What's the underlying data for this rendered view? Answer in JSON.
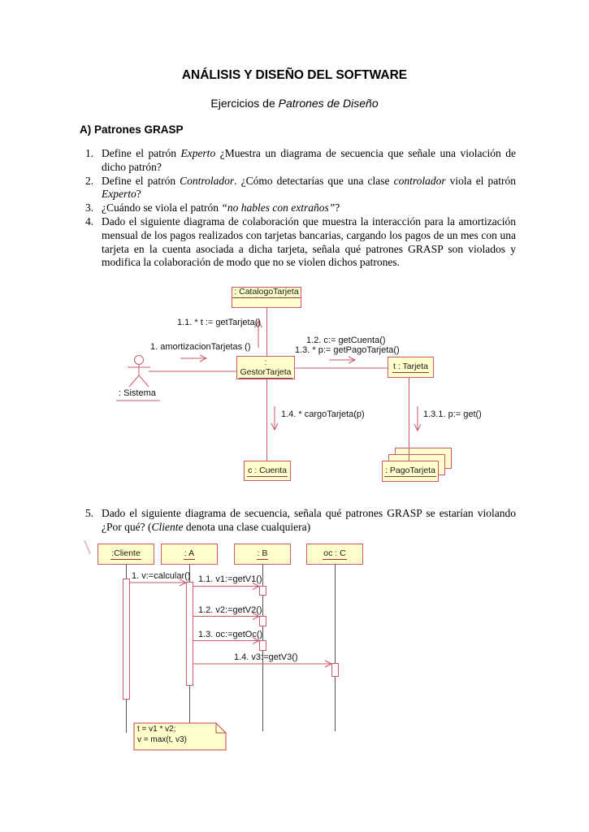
{
  "header": {
    "title": "ANÁLISIS Y DISEÑO DEL SOFTWARE",
    "subtitle_prefix": "Ejercicios de ",
    "subtitle_italic": "Patrones de Diseño",
    "section_heading": "A) Patrones GRASP"
  },
  "exercises": [
    {
      "number": "1.",
      "segments": [
        {
          "t": "Define el patrón "
        },
        {
          "t": "Experto",
          "i": true
        },
        {
          "t": " ¿Muestra un diagrama de secuencia que señale una violación de dicho patrón?"
        }
      ]
    },
    {
      "number": "2.",
      "segments": [
        {
          "t": "Define el patrón "
        },
        {
          "t": "Controlador",
          "i": true
        },
        {
          "t": ". ¿Cómo detectarías que una clase "
        },
        {
          "t": "controlador",
          "i": true
        },
        {
          "t": " viola el patrón "
        },
        {
          "t": "Experto",
          "i": true
        },
        {
          "t": "?"
        }
      ]
    },
    {
      "number": "3.",
      "segments": [
        {
          "t": "¿Cuándo se viola el patrón "
        },
        {
          "t": "“no hables con extraños”",
          "i": true
        },
        {
          "t": "?"
        }
      ]
    },
    {
      "number": "4.",
      "segments": [
        {
          "t": "Dado el siguiente diagrama de colaboración que muestra la interacción para la amortización mensual de los pagos realizados con tarjetas bancarias, cargando los pagos de un mes con una tarjeta en la cuenta asociada a dicha tarjeta, señala qué patrones GRASP son violados y modifica la colaboración de modo que no se violen dichos patrones."
        }
      ]
    },
    {
      "number": "5.",
      "segments": [
        {
          "t": "Dado el siguiente diagrama de secuencia, señala qué patrones GRASP se estarían violando ¿Por qué? ("
        },
        {
          "t": "Cliente",
          "i": true
        },
        {
          "t": " denota una clase cualquiera)"
        }
      ]
    }
  ],
  "collab_diagram": {
    "actor_label": ": Sistema",
    "boxes": {
      "catalogo": ": CatalogoTarjeta",
      "gestor_line1": ":",
      "gestor_line2": "GestorTarjeta",
      "tarjeta": "t : Tarjeta",
      "cuenta": "c : Cuenta",
      "pago": ": PagoTarjeta"
    },
    "messages": {
      "m1": "1. amortizacionTarjetas ()",
      "m11": "1.1. * t := getTarjeta()",
      "m12": "1.2. c:= getCuenta()",
      "m13": "1.3. * p:=  getPagoTarjeta()",
      "m14": "1.4. * cargoTarjeta(p)",
      "m131": "1.3.1. p:= get()"
    }
  },
  "seq_diagram": {
    "lifelines": [
      {
        "label": ":Cliente"
      },
      {
        "label": ": A"
      },
      {
        "label": ": B"
      },
      {
        "label": "oc : C"
      }
    ],
    "messages": {
      "m1": "1. v:=calcular()",
      "m11": "1.1. v1:=getV1()",
      "m12": "1.2. v2:=getV2()",
      "m13": "1.3. oc:=getOc()",
      "m14": "1.4. v3:=getV3()"
    },
    "note_line1": "t = v1 * v2;",
    "note_line2": "v = max(t, v3)"
  },
  "colors": {
    "box_fill": "#ffffcc",
    "box_border": "#c75b6d",
    "message_line": "#c75b6d",
    "name_underline": "#8b3a48",
    "lifeline": "#555555",
    "note_border": "#c4404f",
    "text": "#000000"
  }
}
